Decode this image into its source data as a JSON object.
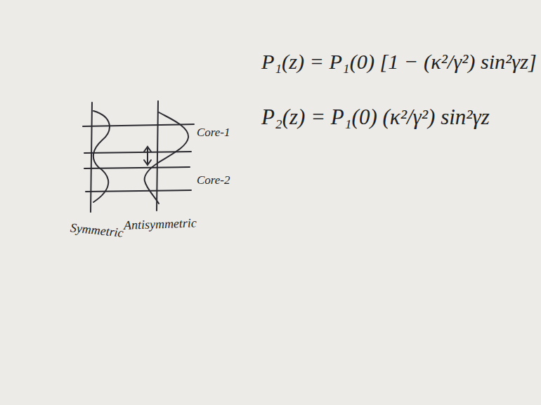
{
  "diagram": {
    "labels": [
      "P₁(z) = P₁(0) [1 − (κ²/γ²) sin²γz]",
      "P₂(z) = P₁(0) (κ²/γ²) sin²γz",
      "Core-1",
      "Core-2",
      "Symmetric",
      "Antisymmetric"
    ]
  }
}
